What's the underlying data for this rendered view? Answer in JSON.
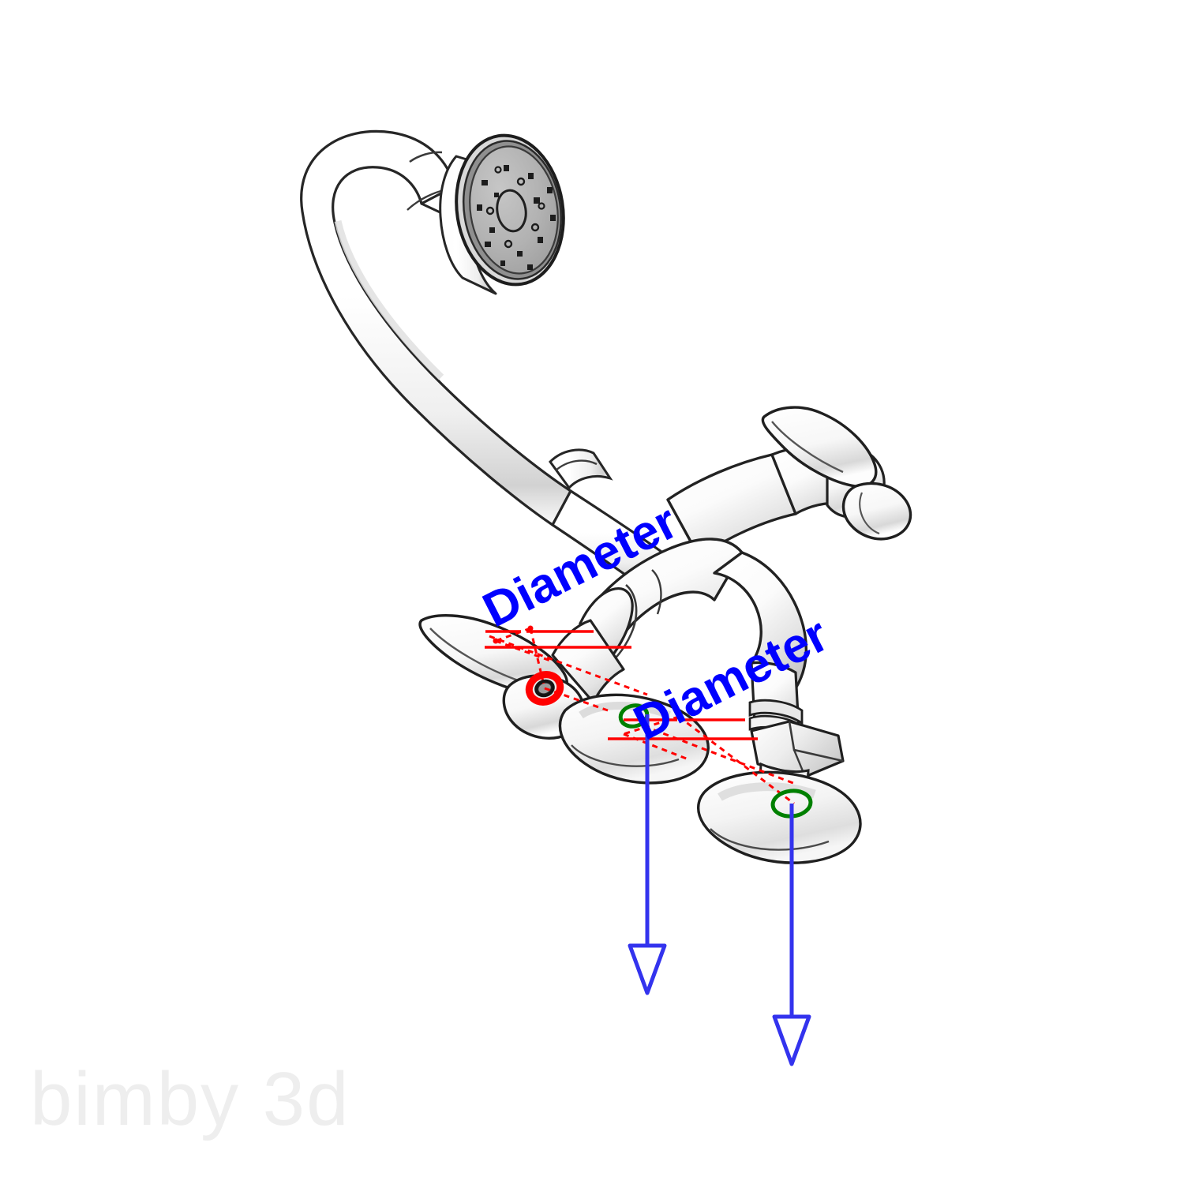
{
  "viewer": {
    "background_color": "#ffffff",
    "watermark": "bimby 3d"
  },
  "model": {
    "name": "gooseneck-faucet-assembly",
    "parts": [
      {
        "name": "shower-head-spray-face",
        "color": "#b0b0b0"
      },
      {
        "name": "gooseneck-spout",
        "color": "#ffffff"
      },
      {
        "name": "faucet-body",
        "color": "#ffffff"
      },
      {
        "name": "left-wing-handle",
        "color": "#ffffff"
      },
      {
        "name": "right-wing-handle",
        "color": "#ffffff"
      },
      {
        "name": "left-base-flange",
        "color": "#ffffff"
      },
      {
        "name": "right-base-flange",
        "color": "#ffffff"
      },
      {
        "name": "hex-nut-coupling",
        "color": "#ffffff"
      }
    ]
  },
  "annotations": {
    "label_color": "#0000ff",
    "dimension_line_color": "#ff0000",
    "connector_active_color": "#ff0000",
    "connector_idle_color": "#008000",
    "direction_arrow_color": "#3333ee",
    "labels": [
      {
        "id": "dim-1",
        "text": "Diameter",
        "rotation_deg": -27
      },
      {
        "id": "dim-2",
        "text": "Diameter",
        "rotation_deg": -27
      }
    ],
    "connectors": [
      {
        "id": "connector-1",
        "state": "selected",
        "color": "#ff0000"
      },
      {
        "id": "connector-2",
        "state": "idle",
        "color": "#008000"
      },
      {
        "id": "connector-3",
        "state": "idle",
        "color": "#008000"
      }
    ],
    "direction_arrows": [
      {
        "id": "arrow-1",
        "direction": "down"
      },
      {
        "id": "arrow-2",
        "direction": "down"
      }
    ]
  }
}
